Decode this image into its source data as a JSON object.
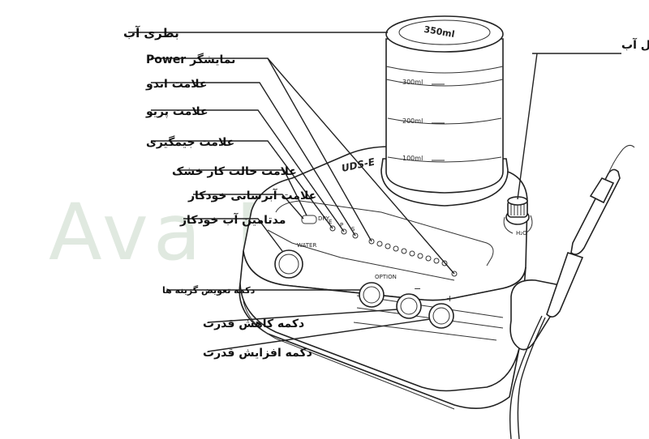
{
  "labels": {
    "water_bottle": "بطری آب",
    "power_indicator": "نمایشگر Power",
    "endo_indicator": "علامت اندو",
    "perio_indicator": "علامت پریو",
    "scaling_indicator": "علامت جیمگیری",
    "dry_mode_indicator": "علامت حالت کار خشک",
    "auto_water_indicator": "علامت آبرسانی خودکار",
    "auto_water_supply": "مدتامین آب خودکار",
    "option_button": "دکمه تعویض گزینه ها",
    "decrease_button": "دکمه کاهش قدرت",
    "increase_button": "دکمه افزایش قدرت",
    "water_control_knob": "دکمه کنترل آب"
  },
  "device": {
    "bottle_volume": "350ml",
    "mark_300": "300ml",
    "mark_200": "200ml",
    "mark_100": "100ml",
    "brand": "UDS-E",
    "water_button": "WATER",
    "option_button": "OPTION",
    "minus": "−",
    "plus": "+",
    "dry_label": "DRY",
    "h2o": "H₂O",
    "letters": [
      "E",
      "P",
      "S"
    ]
  },
  "watermark": "Ava Dental"
}
